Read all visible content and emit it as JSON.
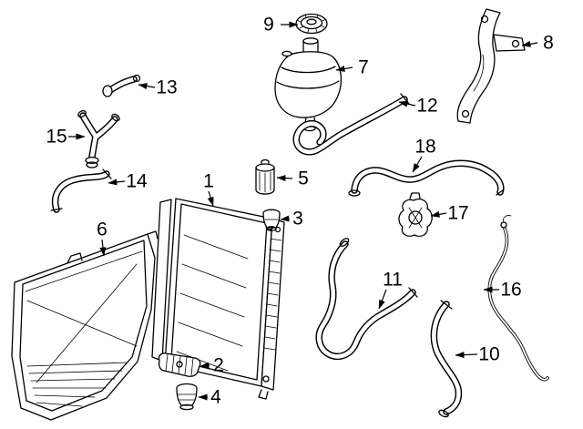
{
  "diagram": {
    "kind": "automotive-parts-line-diagram",
    "colors": {
      "background": "#ffffff",
      "line": "#000000"
    },
    "callouts": [
      {
        "num": "1"
      },
      {
        "num": "2"
      },
      {
        "num": "3"
      },
      {
        "num": "4"
      },
      {
        "num": "5"
      },
      {
        "num": "6"
      },
      {
        "num": "7"
      },
      {
        "num": "8"
      },
      {
        "num": "9"
      },
      {
        "num": "10"
      },
      {
        "num": "11"
      },
      {
        "num": "12"
      },
      {
        "num": "13"
      },
      {
        "num": "14"
      },
      {
        "num": "15"
      },
      {
        "num": "16"
      },
      {
        "num": "17"
      },
      {
        "num": "18"
      }
    ]
  }
}
